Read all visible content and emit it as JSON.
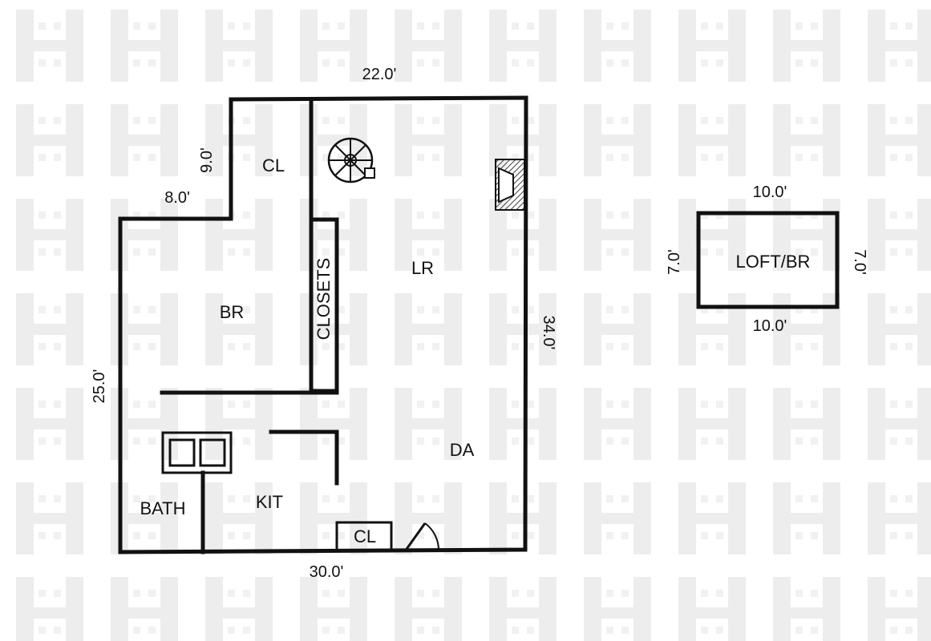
{
  "rooms": {
    "cl_upper": "CL",
    "closets": "CLOSETS",
    "lr": "LR",
    "br": "BR",
    "da": "DA",
    "kit": "KIT",
    "bath": "BATH",
    "cl_lower": "CL",
    "loft": "LOFT/BR"
  },
  "dimensions": {
    "top": "22.0'",
    "step_vertical": "9.0'",
    "step_horizontal": "8.0'",
    "left": "25.0'",
    "right": "34.0'",
    "bottom": "30.0'",
    "loft_top": "10.0'",
    "loft_bottom": "10.0'",
    "loft_left": "7.0'",
    "loft_right": "7.0'"
  },
  "icons": {
    "stair": "spiral-stair-icon",
    "fireplace": "fireplace-icon",
    "door": "door-swing-icon",
    "sink": "sink-icon"
  },
  "colors": {
    "line": "#111111",
    "watermark": "#ececec",
    "background": "#ffffff"
  }
}
